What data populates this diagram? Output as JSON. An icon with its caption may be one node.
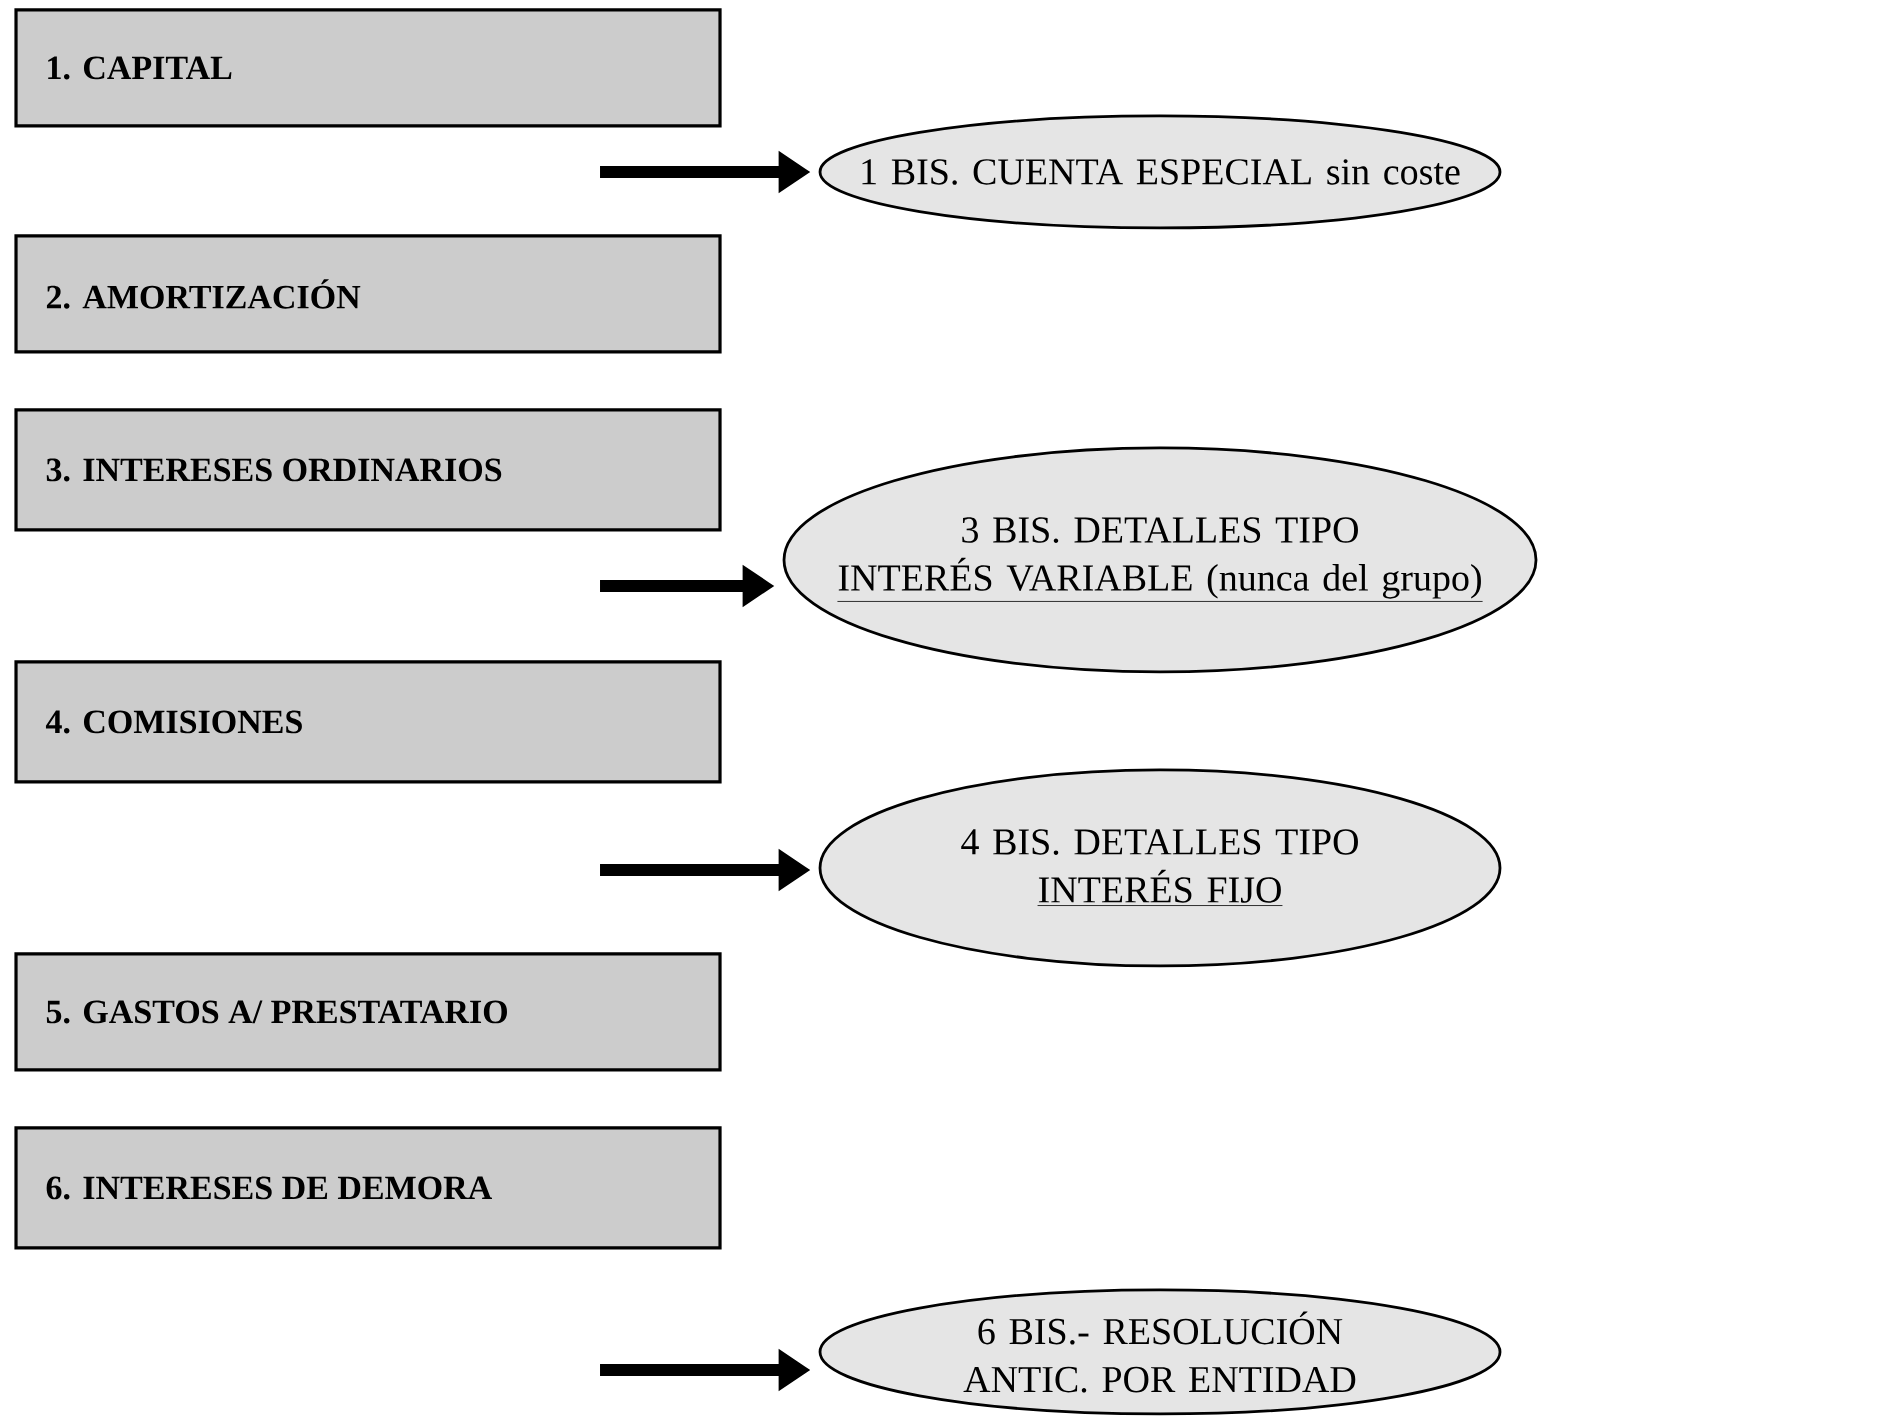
{
  "diagram": {
    "nodes": [
      {
        "text": [
          "1. CAPITAL"
        ]
      },
      {
        "text": [
          "1  BIS. CUENTA ESPECIAL sin coste"
        ]
      },
      {
        "text": [
          "2. AMORTIZACIÓN"
        ]
      },
      {
        "text": [
          "3. INTERESES ORDINARIOS"
        ]
      },
      {
        "text": [
          "3 BIS. DETALLES TIPO",
          "INTERÉS VARIABLE (nunca del grupo)"
        ]
      },
      {
        "text": [
          "4. COMISIONES"
        ]
      },
      {
        "text": [
          "4 BIS. DETALLES TIPO",
          "INTERÉS FIJO"
        ]
      },
      {
        "text": [
          "5. GASTOS A/ PRESTATARIO"
        ]
      },
      {
        "text": [
          "6. INTERESES DE DEMORA"
        ]
      },
      {
        "text": [
          "6 BIS.- RESOLUCIÓN ANTIC. POR ENTIDAD"
        ]
      }
    ],
    "edges": [
      {
        "from": null,
        "to": 1,
        "arrow": "to"
      },
      {
        "from": null,
        "to": 4,
        "arrow": "to"
      },
      {
        "from": null,
        "to": 6,
        "arrow": "to"
      },
      {
        "from": null,
        "to": 9,
        "arrow": "to"
      }
    ]
  }
}
